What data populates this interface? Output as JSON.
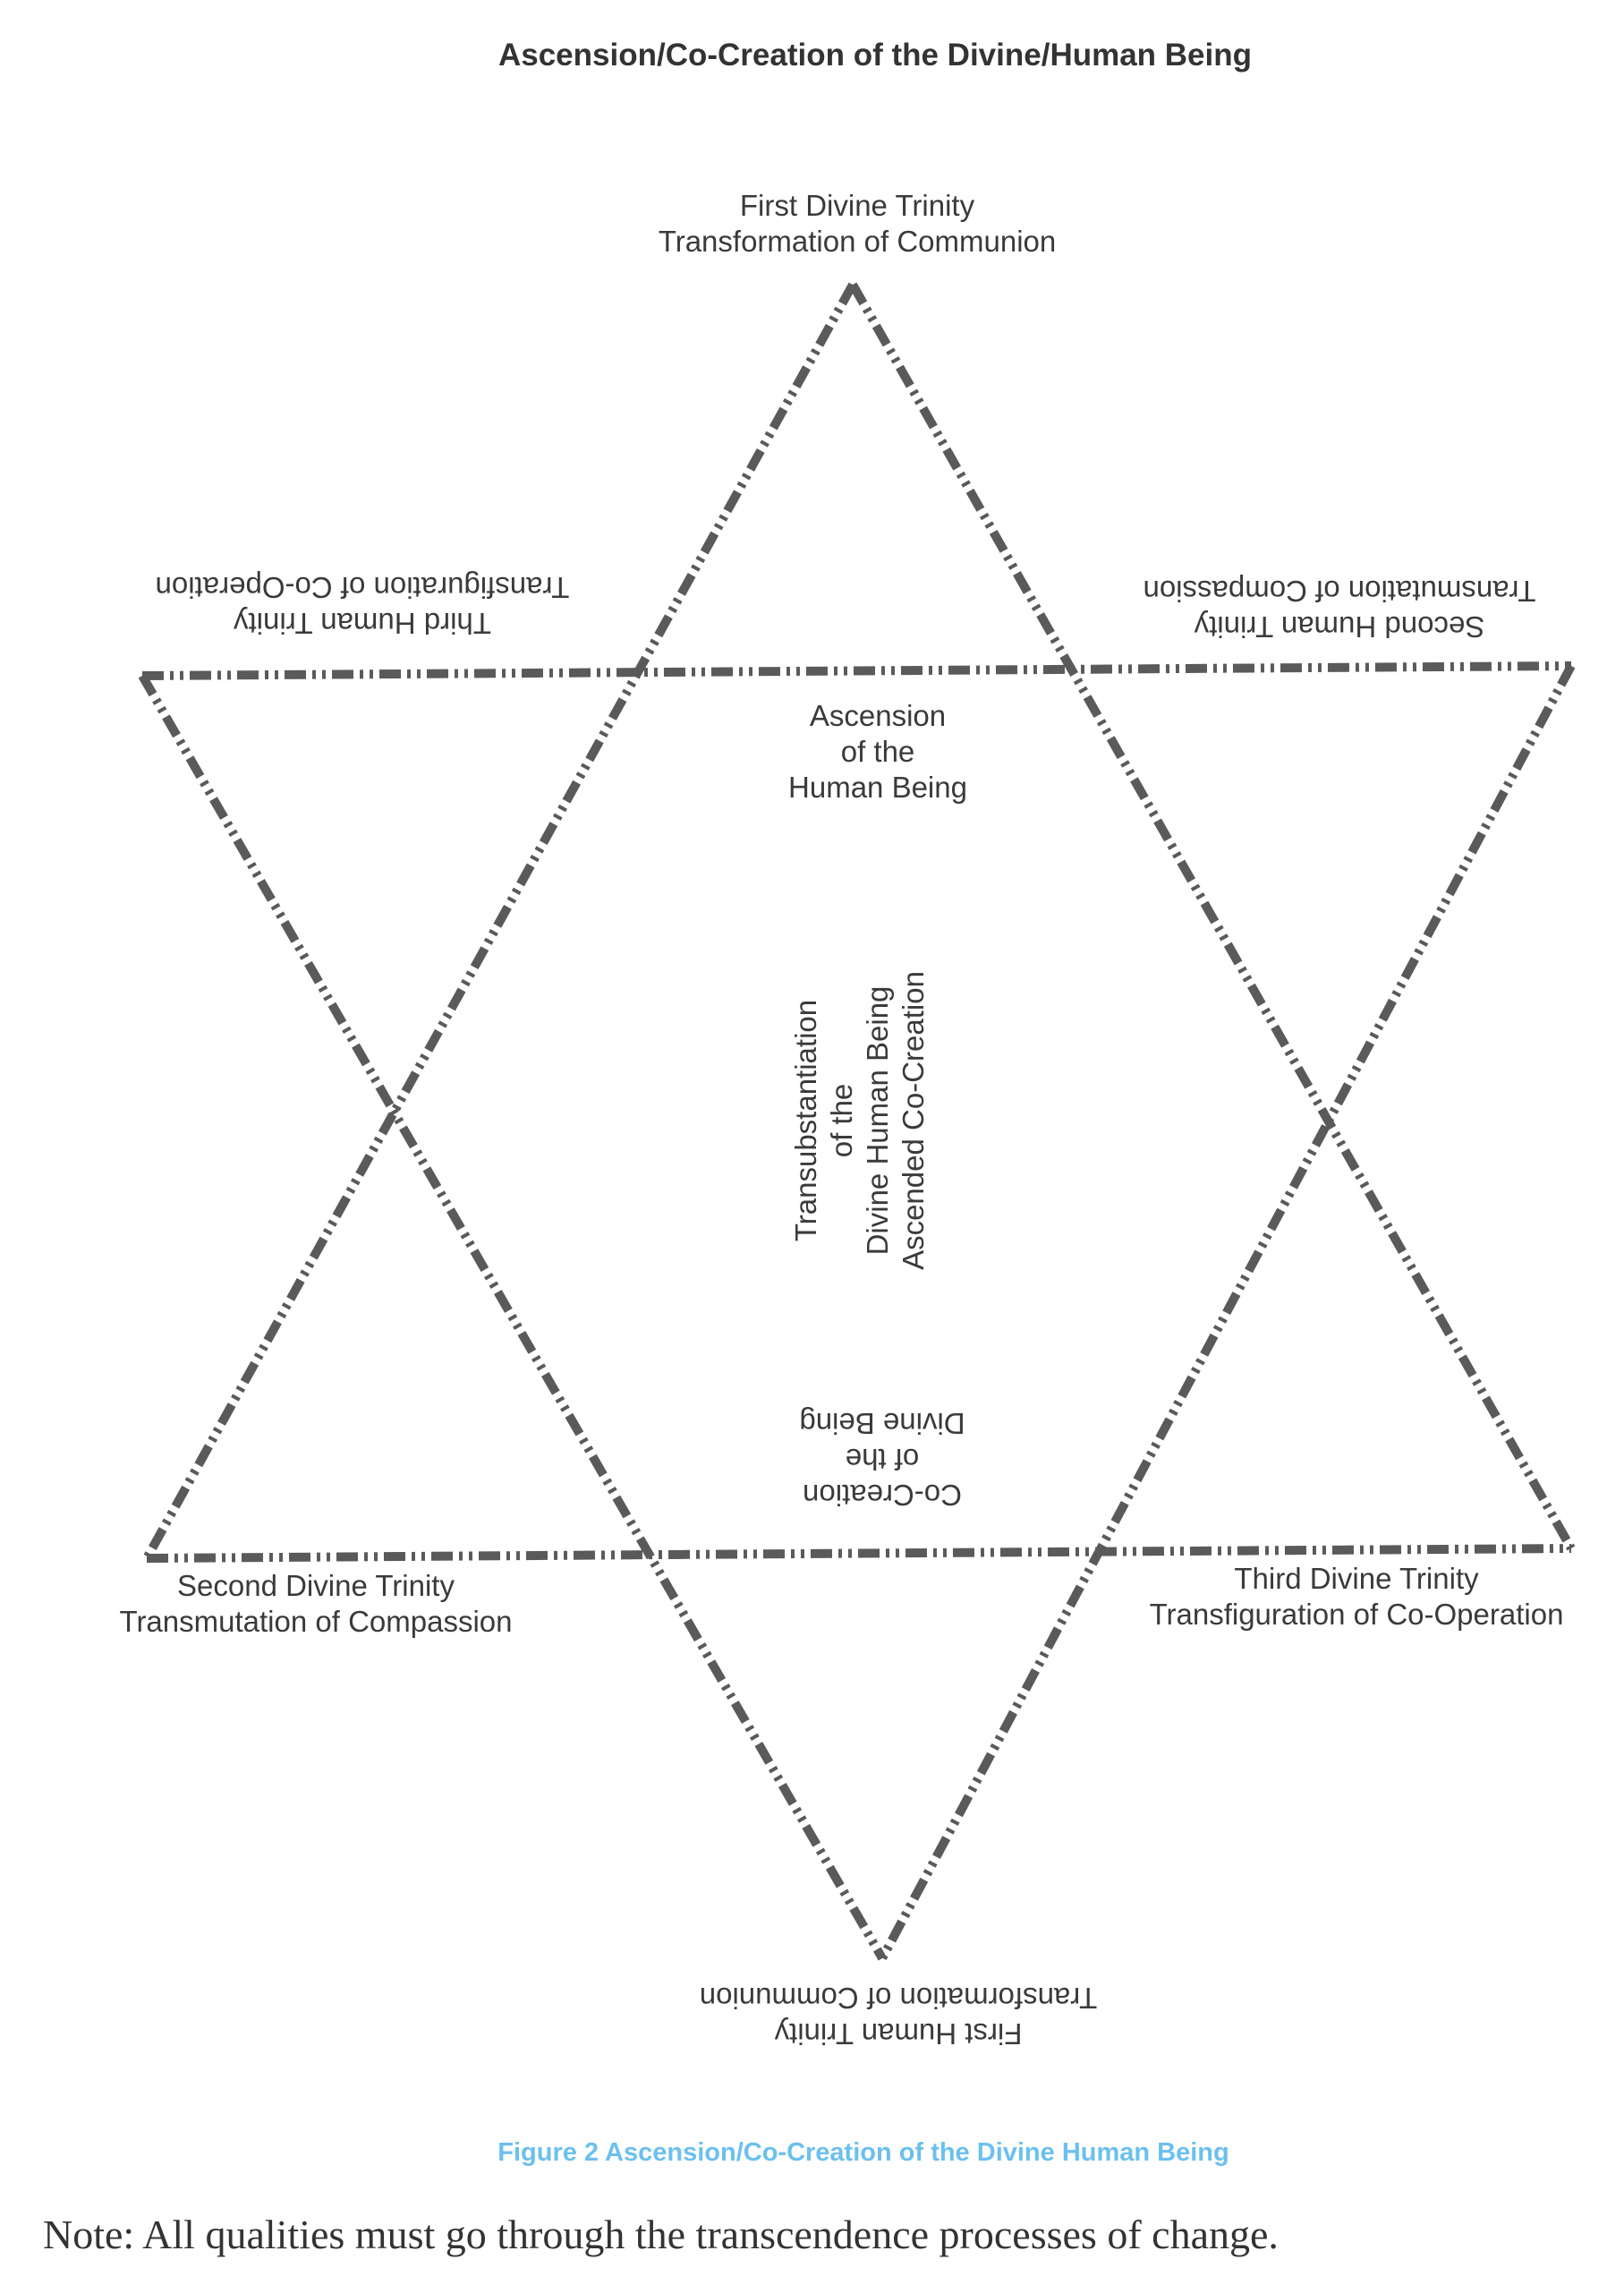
{
  "title": "Ascension/Co-Creation of the Divine/Human Being",
  "labels": {
    "first_divine": {
      "line1": "First Divine Trinity",
      "line2": "Transformation of Communion"
    },
    "second_divine": {
      "line1": "Second Divine Trinity",
      "line2": "Transmutation of Compassion"
    },
    "third_divine": {
      "line1": "Third Divine Trinity",
      "line2": "Transfiguration of Co-Operation"
    },
    "first_human": {
      "line1": "First Human Trinity",
      "line2": "Transformation of Communion"
    },
    "second_human": {
      "line1": "Second Human Trinity",
      "line2": "Transmutation of Compassion"
    },
    "third_human": {
      "line1": "Third Human Trinity",
      "line2": "Transfiguration of Co-Operation"
    },
    "ascension": {
      "line1": "Ascension",
      "line2": "of the",
      "line3": "Human Being"
    },
    "co_creation": {
      "line1": "Co-Creation",
      "line2": "of the",
      "line3": "Divine Being"
    },
    "center": {
      "line1": "Transubstantiation",
      "line2": "of the",
      "line3": "Divine Human Being",
      "line4": "Ascended Co-Creation"
    }
  },
  "caption": "Figure 2  Ascension/Co-Creation of the Divine Human Being",
  "note": "Note: All qualities must go through the transcendence processes of change.",
  "colors": {
    "line": "#5a5a5a",
    "caption": "#6cc0ee"
  }
}
